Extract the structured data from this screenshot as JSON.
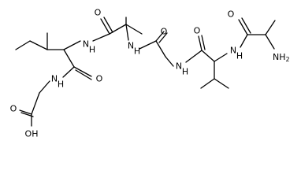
{
  "atom_labels": {
    "o_ala_carbonyl": "O",
    "o_gly_carbonyl": "O",
    "o_val_carbonyl": "O",
    "o_ala_nterm_carbonyl": "O",
    "o_ile_carbonyl": "O",
    "n_ile_ala": "N",
    "h_ile_ala": "H",
    "n_ala_gly": "N",
    "h_ala_gly": "H",
    "n_gly_val": "N",
    "h_gly_val": "H",
    "n_val_ala": "N",
    "h_val_ala": "H",
    "n_gly_cterm": "N",
    "h_gly_cterm": "H",
    "nh2_label": "NH",
    "nh2_subscript": "2",
    "o_acid_carbonyl": "O",
    "oh_acid": "OH"
  },
  "colors": {
    "bond": "#000000",
    "label": "#000000",
    "background": "#ffffff"
  }
}
